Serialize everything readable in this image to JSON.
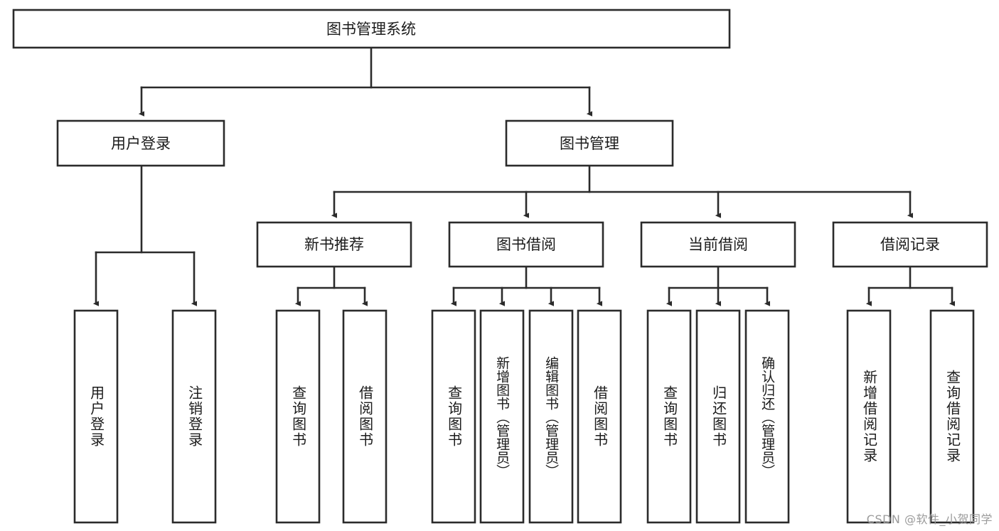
{
  "diagram": {
    "type": "tree",
    "title": "图书管理系统",
    "root": {
      "id": "root",
      "label": "图书管理系统",
      "orientation": "horizontal"
    },
    "level2": [
      {
        "id": "user-login",
        "label": "用户登录",
        "orientation": "horizontal"
      },
      {
        "id": "book-management",
        "label": "图书管理",
        "orientation": "horizontal"
      }
    ],
    "level3": [
      {
        "id": "new-book-recommend",
        "label": "新书推荐",
        "orientation": "horizontal",
        "parent": "book-management"
      },
      {
        "id": "book-borrow",
        "label": "图书借阅",
        "orientation": "horizontal",
        "parent": "book-management"
      },
      {
        "id": "current-borrow",
        "label": "当前借阅",
        "orientation": "horizontal",
        "parent": "book-management"
      },
      {
        "id": "borrow-record",
        "label": "借阅记录",
        "orientation": "horizontal",
        "parent": "book-management"
      }
    ],
    "leaves": [
      {
        "id": "leaf-user-login",
        "label": "用户登录",
        "parent": "user-login",
        "orientation": "vertical"
      },
      {
        "id": "leaf-logout",
        "label": "注销登录",
        "parent": "user-login",
        "orientation": "vertical"
      },
      {
        "id": "leaf-query-book-1",
        "label": "查询图书",
        "parent": "new-book-recommend",
        "orientation": "vertical"
      },
      {
        "id": "leaf-borrow-book-1",
        "label": "借阅图书",
        "parent": "new-book-recommend",
        "orientation": "vertical"
      },
      {
        "id": "leaf-query-book-2",
        "label": "查询图书",
        "parent": "book-borrow",
        "orientation": "vertical"
      },
      {
        "id": "leaf-add-book",
        "label": "新增图书（管理员）",
        "parent": "book-borrow",
        "orientation": "vertical"
      },
      {
        "id": "leaf-edit-book",
        "label": "编辑图书（管理员）",
        "parent": "book-borrow",
        "orientation": "vertical"
      },
      {
        "id": "leaf-borrow-book-2",
        "label": "借阅图书",
        "parent": "book-borrow",
        "orientation": "vertical"
      },
      {
        "id": "leaf-query-book-3",
        "label": "查询图书",
        "parent": "current-borrow",
        "orientation": "vertical"
      },
      {
        "id": "leaf-return-book",
        "label": "归还图书",
        "parent": "current-borrow",
        "orientation": "vertical"
      },
      {
        "id": "leaf-confirm-return",
        "label": "确认归还（管理员）",
        "parent": "current-borrow",
        "orientation": "vertical"
      },
      {
        "id": "leaf-add-record",
        "label": "新增借阅记录",
        "parent": "borrow-record",
        "orientation": "vertical"
      },
      {
        "id": "leaf-query-record",
        "label": "查询借阅记录",
        "parent": "borrow-record",
        "orientation": "vertical"
      }
    ],
    "colors": {
      "stroke": "#2b2b2b",
      "box_fill": "#ffffff",
      "text": "#1b1b1b",
      "background": "#ffffff",
      "watermark": "#9b9b9b"
    }
  },
  "watermark": {
    "text": "CSDN @软件_小贺同学"
  }
}
